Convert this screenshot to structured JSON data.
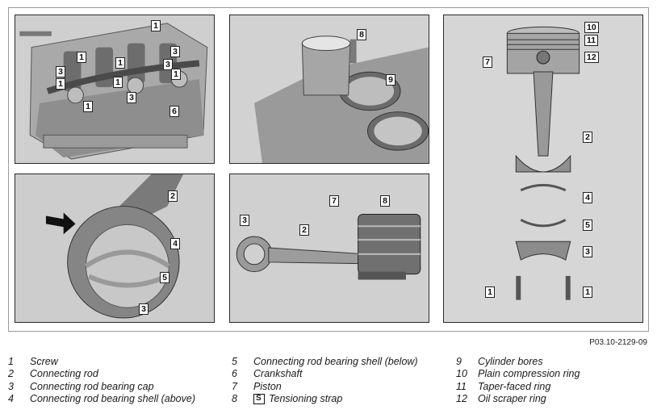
{
  "figure": {
    "code": "P03.10-2129-09",
    "panels": {
      "top_left": {
        "callouts": [
          "1",
          "1",
          "3",
          "1",
          "3",
          "1",
          "3",
          "1",
          "3",
          "1",
          "6",
          "1"
        ]
      },
      "top_middle": {
        "callouts": [
          "8",
          "9"
        ]
      },
      "right": {
        "callouts": [
          "10",
          "11",
          "7",
          "12",
          "2",
          "4",
          "5",
          "3",
          "1",
          "1"
        ]
      },
      "mid_left": {
        "callouts": [
          "2",
          "4",
          "5",
          "3"
        ]
      },
      "mid_middle": {
        "callouts": [
          "7",
          "8",
          "3",
          "2"
        ]
      }
    }
  },
  "legend": [
    {
      "num": "1",
      "text": "Screw"
    },
    {
      "num": "2",
      "text": "Connecting rod"
    },
    {
      "num": "3",
      "text": "Connecting rod bearing cap"
    },
    {
      "num": "4",
      "text": "Connecting rod bearing shell (above)"
    },
    {
      "num": "5",
      "text": "Connecting rod bearing shell (below)"
    },
    {
      "num": "6",
      "text": "Crankshaft"
    },
    {
      "num": "7",
      "text": "Piston"
    },
    {
      "num": "8",
      "text": "Tensioning strap",
      "icon": "tool-icon"
    },
    {
      "num": "9",
      "text": "Cylinder bores"
    },
    {
      "num": "10",
      "text": "Plain compression ring"
    },
    {
      "num": "11",
      "text": "Taper-faced ring"
    },
    {
      "num": "12",
      "text": "Oil scraper ring"
    }
  ]
}
